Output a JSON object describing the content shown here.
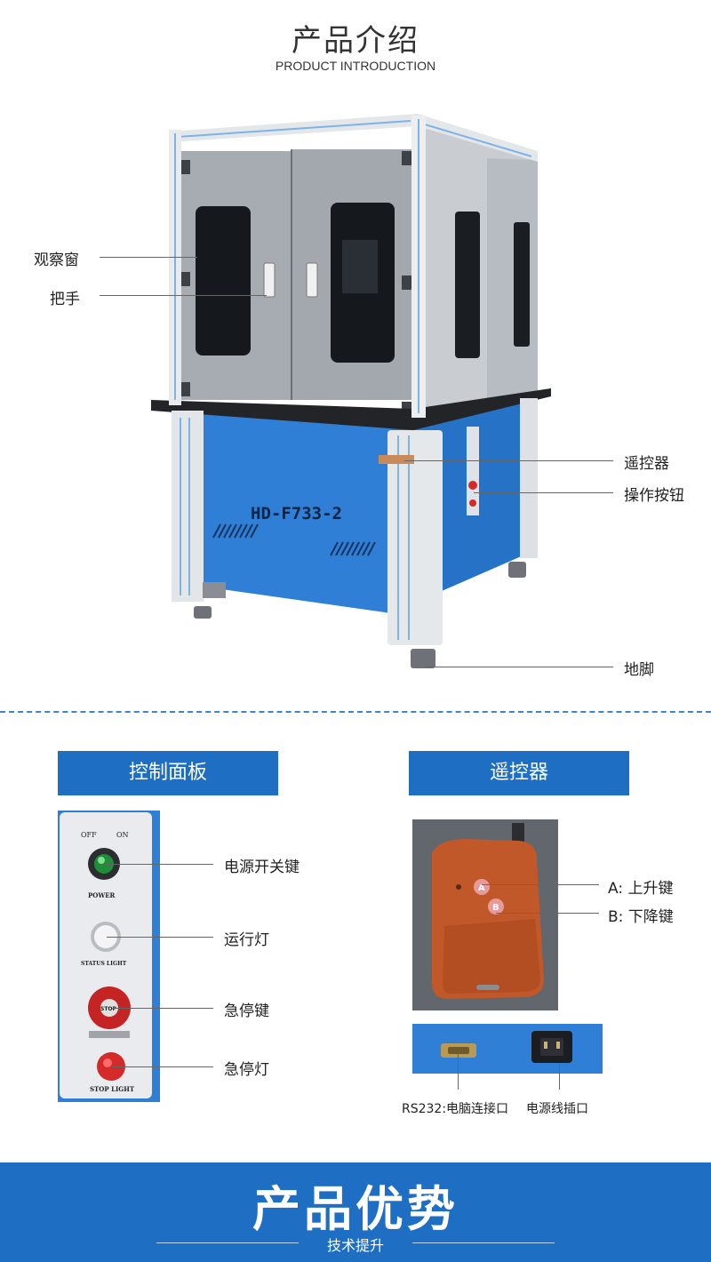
{
  "header": {
    "title": "产品介绍",
    "subtitle": "PRODUCT INTRODUCTION"
  },
  "machine": {
    "model_text": "HD-F733-2",
    "callouts": {
      "window": "观察窗",
      "handle": "把手",
      "remote": "遥控器",
      "buttons": "操作按钮",
      "feet": "地脚"
    }
  },
  "panel_section": {
    "tab_label": "控制面板",
    "panel_text": {
      "off": "OFF",
      "on": "ON",
      "power": "POWER",
      "status": "STATUS LIGHT",
      "stop_btn": "STOP",
      "stop_light": "STOP LIGHT"
    },
    "callouts": {
      "power_switch": "电源开关键",
      "run_light": "运行灯",
      "estop_key": "急停键",
      "estop_light": "急停灯"
    }
  },
  "remote_section": {
    "tab_label": "遥控器",
    "button_a": "A",
    "button_b": "B",
    "callout_a": "A: 上升键",
    "callout_b": "B: 下降键",
    "rs232_label": "RS232:电脑连接口",
    "power_socket_label": "电源线插口"
  },
  "banner": {
    "title": "产品优势",
    "subtitle": "技术提升"
  },
  "colors": {
    "brand_blue": "#1e6fc3",
    "machine_blue": "#2f7fd6",
    "frame_silver": "#d9dde2"
  }
}
